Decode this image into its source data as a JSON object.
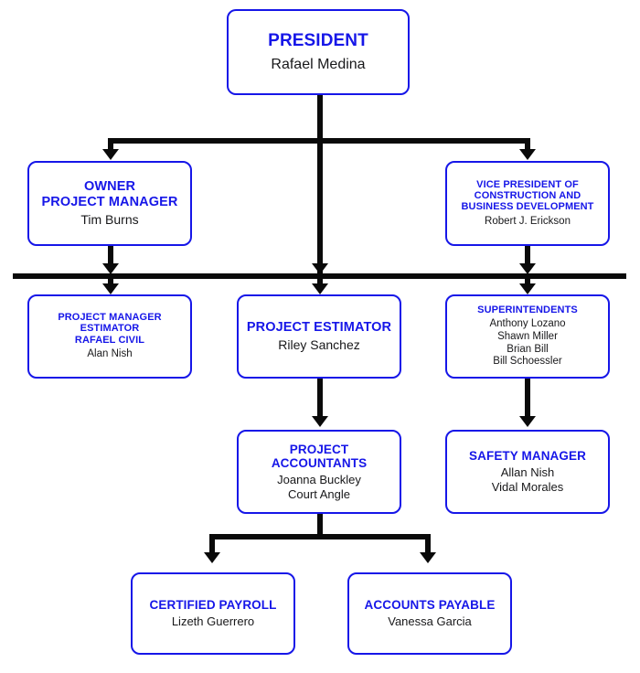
{
  "diagram": {
    "kind": "organizational-chart",
    "accent_color": "#1616e8",
    "connector_color": "#0a0a0a",
    "text_color": "#18181a",
    "background": "#ffffff"
  },
  "nodes": {
    "president": {
      "title": "PRESIDENT",
      "people": "Rafael Medina"
    },
    "owner_project_manager": {
      "title": "OWNER\nPROJECT MANAGER",
      "people": "Tim Burns"
    },
    "vice_president": {
      "title": "VICE PRESIDENT OF\nCONSTRUCTION AND\nBUSINESS DEVELOPMENT",
      "people": "Robert J. Erickson"
    },
    "project_manager_estimator": {
      "title": "PROJECT MANAGER\nESTIMATOR\nRAFAEL CIVIL",
      "people": "Alan Nish"
    },
    "project_estimator": {
      "title": "PROJECT ESTIMATOR",
      "people": "Riley Sanchez"
    },
    "superintendents": {
      "title": "SUPERINTENDENTS",
      "people": "Anthony Lozano\nShawn Miller\nBrian Bill\nBill Schoessler"
    },
    "project_accountants": {
      "title": "PROJECT\nACCOUNTANTS",
      "people": "Joanna Buckley\nCourt Angle"
    },
    "safety_manager": {
      "title": "SAFETY MANAGER",
      "people": "Allan Nish\nVidal Morales"
    },
    "certified_payroll": {
      "title": "CERTIFIED PAYROLL",
      "people": "Lizeth Guerrero"
    },
    "accounts_payable": {
      "title": "ACCOUNTS PAYABLE",
      "people": "Vanessa Garcia"
    }
  }
}
